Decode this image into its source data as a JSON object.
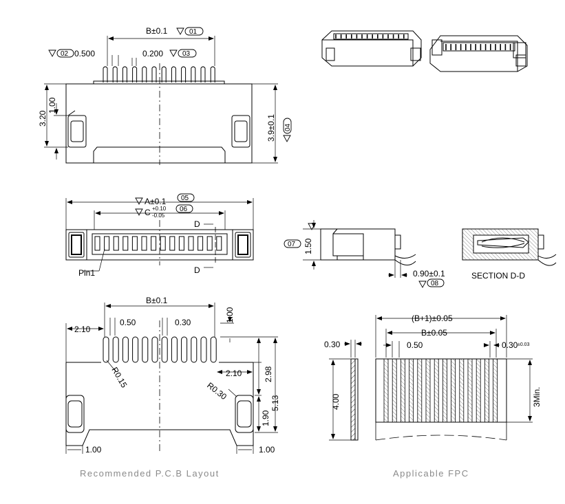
{
  "top_view": {
    "b_dim": "B±0.1",
    "b_tag": "01",
    "pitch_dim": "0.500",
    "pitch_tag": "02",
    "pin_width_dim": "0.200",
    "pin_width_tag": "03",
    "height_left": "3.20",
    "height_inner": "1.00",
    "height_right": "3.9±0.1",
    "height_right_tag": "04"
  },
  "front_view": {
    "a_dim": "A±0.1",
    "a_tag": "05",
    "c_dim": "C",
    "c_tol_plus": "+0.10",
    "c_tol_minus": "-0.05",
    "c_tag": "06",
    "section_mark_top": "D",
    "section_mark_bottom": "D",
    "pin1_label": "Pin1"
  },
  "side_view": {
    "height_dim": "1.50",
    "height_tag": "07",
    "depth_dim": "0.90±0.1",
    "depth_tag": "08"
  },
  "section_view": {
    "title": "SECTION  D-D"
  },
  "pcb_layout": {
    "caption": "Recommended P.C.B Layout",
    "b_dim": "B±0.1",
    "left_margin": "2.10",
    "pitch": "0.50",
    "pad_width": "0.30",
    "top_dim": "1.00",
    "right_margin": "2.10",
    "pad_height": "2.98",
    "total_height": "5.13",
    "radius_pad": "R0.15",
    "radius_tab": "R0.30",
    "tab_height": "1.90",
    "bottom_left": "1.00",
    "bottom_right": "1.00"
  },
  "fpc": {
    "caption": "Applicable FPC",
    "width_total": "(B+1)±0.05",
    "width_b": "B±0.05",
    "pitch": "0.50",
    "conductor_width": "0.30",
    "conductor_tol": "±0.03",
    "thickness": "0.30",
    "stiffener_length": "4.00",
    "exposed_min": "3Min."
  }
}
